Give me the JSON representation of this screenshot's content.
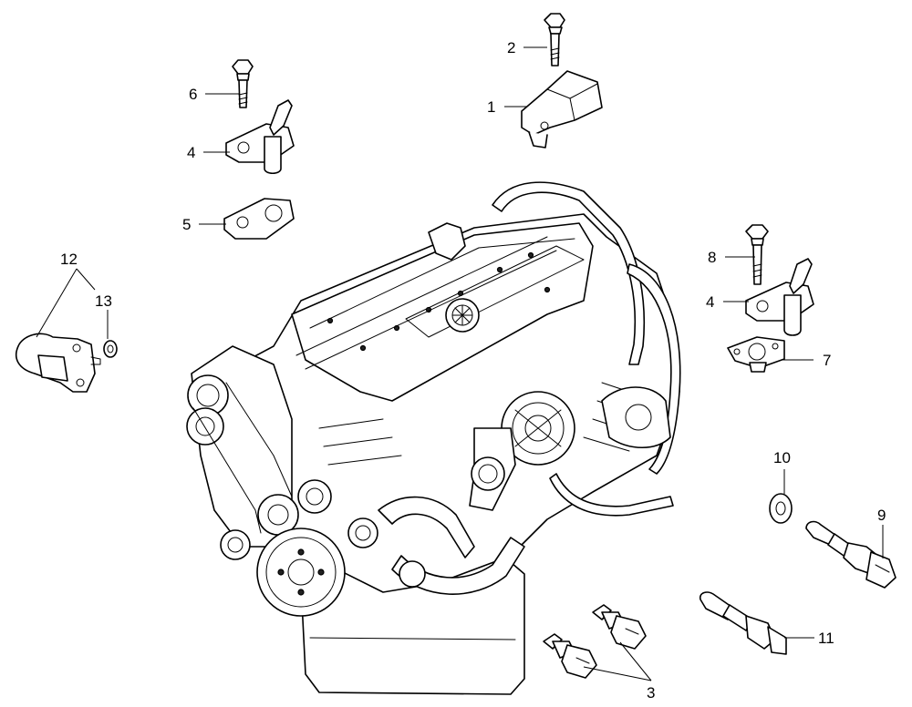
{
  "callouts": {
    "c1": "1",
    "c2": "2",
    "c3": "3",
    "c4a": "4",
    "c4b": "4",
    "c5": "5",
    "c6": "6",
    "c7": "7",
    "c8": "8",
    "c9": "9",
    "c10": "10",
    "c11": "11",
    "c12": "12",
    "c13": "13"
  }
}
